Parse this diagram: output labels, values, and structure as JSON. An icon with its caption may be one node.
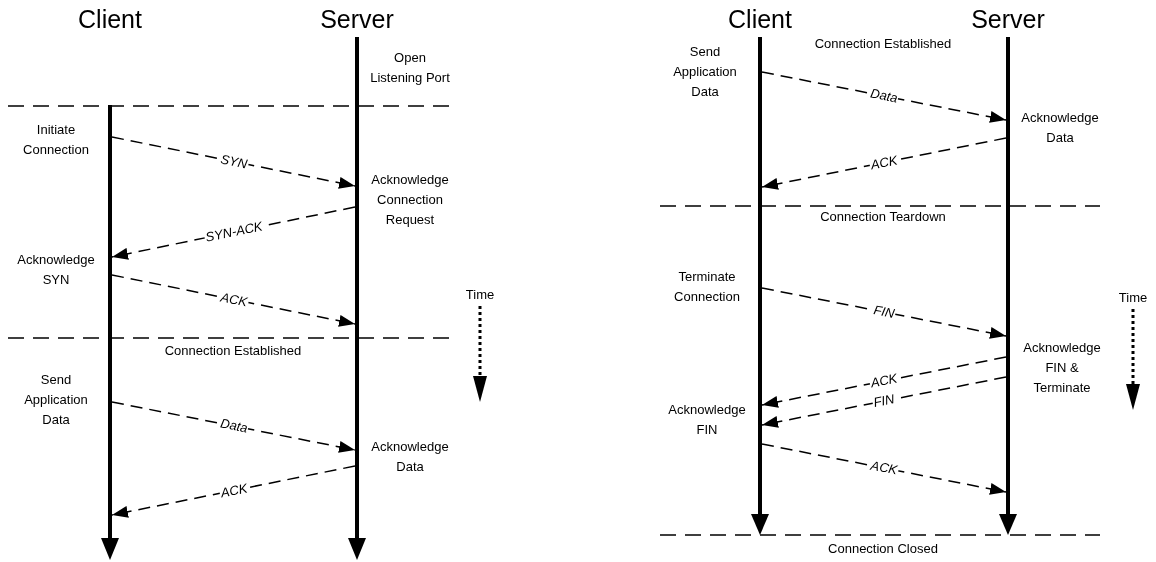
{
  "diagram": {
    "nodes": [
      {
        "text": [
          "Client"
        ]
      },
      {
        "text": [
          "Server"
        ]
      },
      {
        "text": [
          "Client"
        ]
      },
      {
        "text": [
          "Server"
        ]
      }
    ],
    "edges": [
      {
        "from": 0,
        "to": 1,
        "arrow": "to",
        "label": "SYN",
        "style": "dashed"
      },
      {
        "from": 1,
        "to": 0,
        "arrow": "to",
        "label": "SYN-ACK",
        "style": "dashed"
      },
      {
        "from": 0,
        "to": 1,
        "arrow": "to",
        "label": "ACK",
        "style": "dashed"
      },
      {
        "from": 0,
        "to": 1,
        "arrow": "to",
        "label": "Data",
        "style": "dashed"
      },
      {
        "from": 1,
        "to": 0,
        "arrow": "to",
        "label": "ACK",
        "style": "dashed"
      },
      {
        "from": 2,
        "to": 3,
        "arrow": "to",
        "label": "Data",
        "style": "dashed"
      },
      {
        "from": 3,
        "to": 2,
        "arrow": "to",
        "label": "ACK",
        "style": "dashed"
      },
      {
        "from": 2,
        "to": 3,
        "arrow": "to",
        "label": "FIN",
        "style": "dashed"
      },
      {
        "from": 3,
        "to": 2,
        "arrow": "to",
        "label": "ACK",
        "style": "dashed"
      },
      {
        "from": 3,
        "to": 2,
        "arrow": "to",
        "label": "FIN",
        "style": "dashed"
      },
      {
        "from": 2,
        "to": 3,
        "arrow": "to",
        "label": "ACK",
        "style": "dashed"
      }
    ],
    "labels": [
      "Open Listening Port",
      "Initiate Connection",
      "Acknowledge Connection Request",
      "Acknowledge SYN",
      "Time",
      "Connection Established",
      "Send Application Data",
      "Acknowledge Data",
      "Connection Established",
      "Send Application Data",
      "Acknowledge Data",
      "Connection Teardown",
      "Terminate Connection",
      "Time",
      "Acknowledge FIN & Terminate",
      "Acknowledge FIN",
      "Connection Closed"
    ]
  }
}
